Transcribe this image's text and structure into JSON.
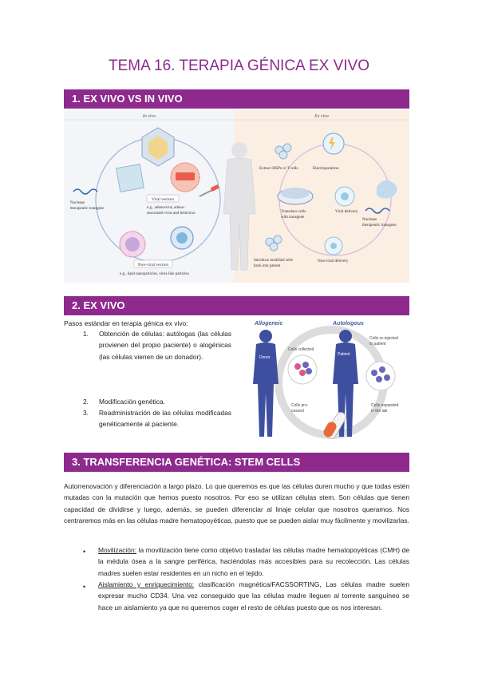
{
  "title": "TEMA 16. TERAPIA GÉNICA EX VIVO",
  "section1": {
    "heading": "1.  EX VIVO VS IN VIVO",
    "figure": {
      "in_vivo": "In vivo",
      "ex_vivo": "Ex vivo",
      "nuclease_left": "Nuclease\ntherapeutic transgene",
      "viral_vectors": "Viral vectors",
      "viral_examples": "e.g., adenovirus, adeno-\nassociated virus and lentivirus",
      "non_viral_vectors": "Non-viral vectors",
      "non_viral_examples": "e.g., lipid nanoparticles, virus-like particles",
      "extract": "Extract HSPs or T cells",
      "electroporation": "Electroporation",
      "transduce": "Transduce cells\nwith transgene",
      "viral_delivery": "Viral delivery",
      "nuclease_right": "Nuclease\ntherapeutic transgene",
      "introduce": "Introduce modified cells\nback into patient",
      "non_viral_delivery": "Non-viral delivery"
    }
  },
  "section2": {
    "heading": "2.  EX VIVO",
    "intro": "Pasos estándar en terapia génica ex vivo:",
    "steps": [
      {
        "num": "1.",
        "text": "Obtención de células: autólogas (las células provienen del propio paciente) o alogénicas (las células vienen de un donador)."
      },
      {
        "num": "2.",
        "text": "Modificación genética."
      },
      {
        "num": "3.",
        "text": "Readministración de las células modificadas genéticamente al paciente."
      }
    ],
    "figure": {
      "allogeneic": "Allogeneic",
      "autologous": "Autologous",
      "donor": "Donor",
      "patient": "Patient",
      "cells_collected": "Cells collected",
      "cells_reinjected": "Cells re-injected\nto patient",
      "cells_processed": "Cells pro-\ncessed",
      "cells_expanded": "Cells expanded\nin the lab"
    }
  },
  "section3": {
    "heading": "3.  TRANSFERENCIA GENÉTICA: STEM CELLS",
    "para": "Autorrenovación y diferenciación a largo plazo. Lo que queremos es que las células duren mucho y que todas estén mutadas con la mutación que hemos puesto nosotros. Por eso se utilizan células stem. Son células que tienen capacidad de dividirse y luego, además, se pueden diferenciar al linaje celular que nosotros queramos. Nos centraremos más en las células madre hematopoyéticas, puesto que se pueden aislar muy fácilmente y movilizarlas.",
    "bullets": [
      {
        "label": "Movilización:",
        "text": " la movilización tiene como objetivo trasladar las células madre hematopoyéticas (CMH) de la médula ósea a la sangre periférica, haciéndolas más accesibles para su recolección. Las células madres suelen estar residentes en un nicho en el tejido."
      },
      {
        "label": "Aislamiento y enriquecimiento:",
        "text": " clasificación magnética/FACSSORTING, Las células madre suelen expresar mucho CD34. Una vez conseguido que las células madre lleguen al torrente sanguíneo se hace un aislamiento ya que no queremos coger el resto de células puesto que os nos interesan."
      }
    ]
  }
}
